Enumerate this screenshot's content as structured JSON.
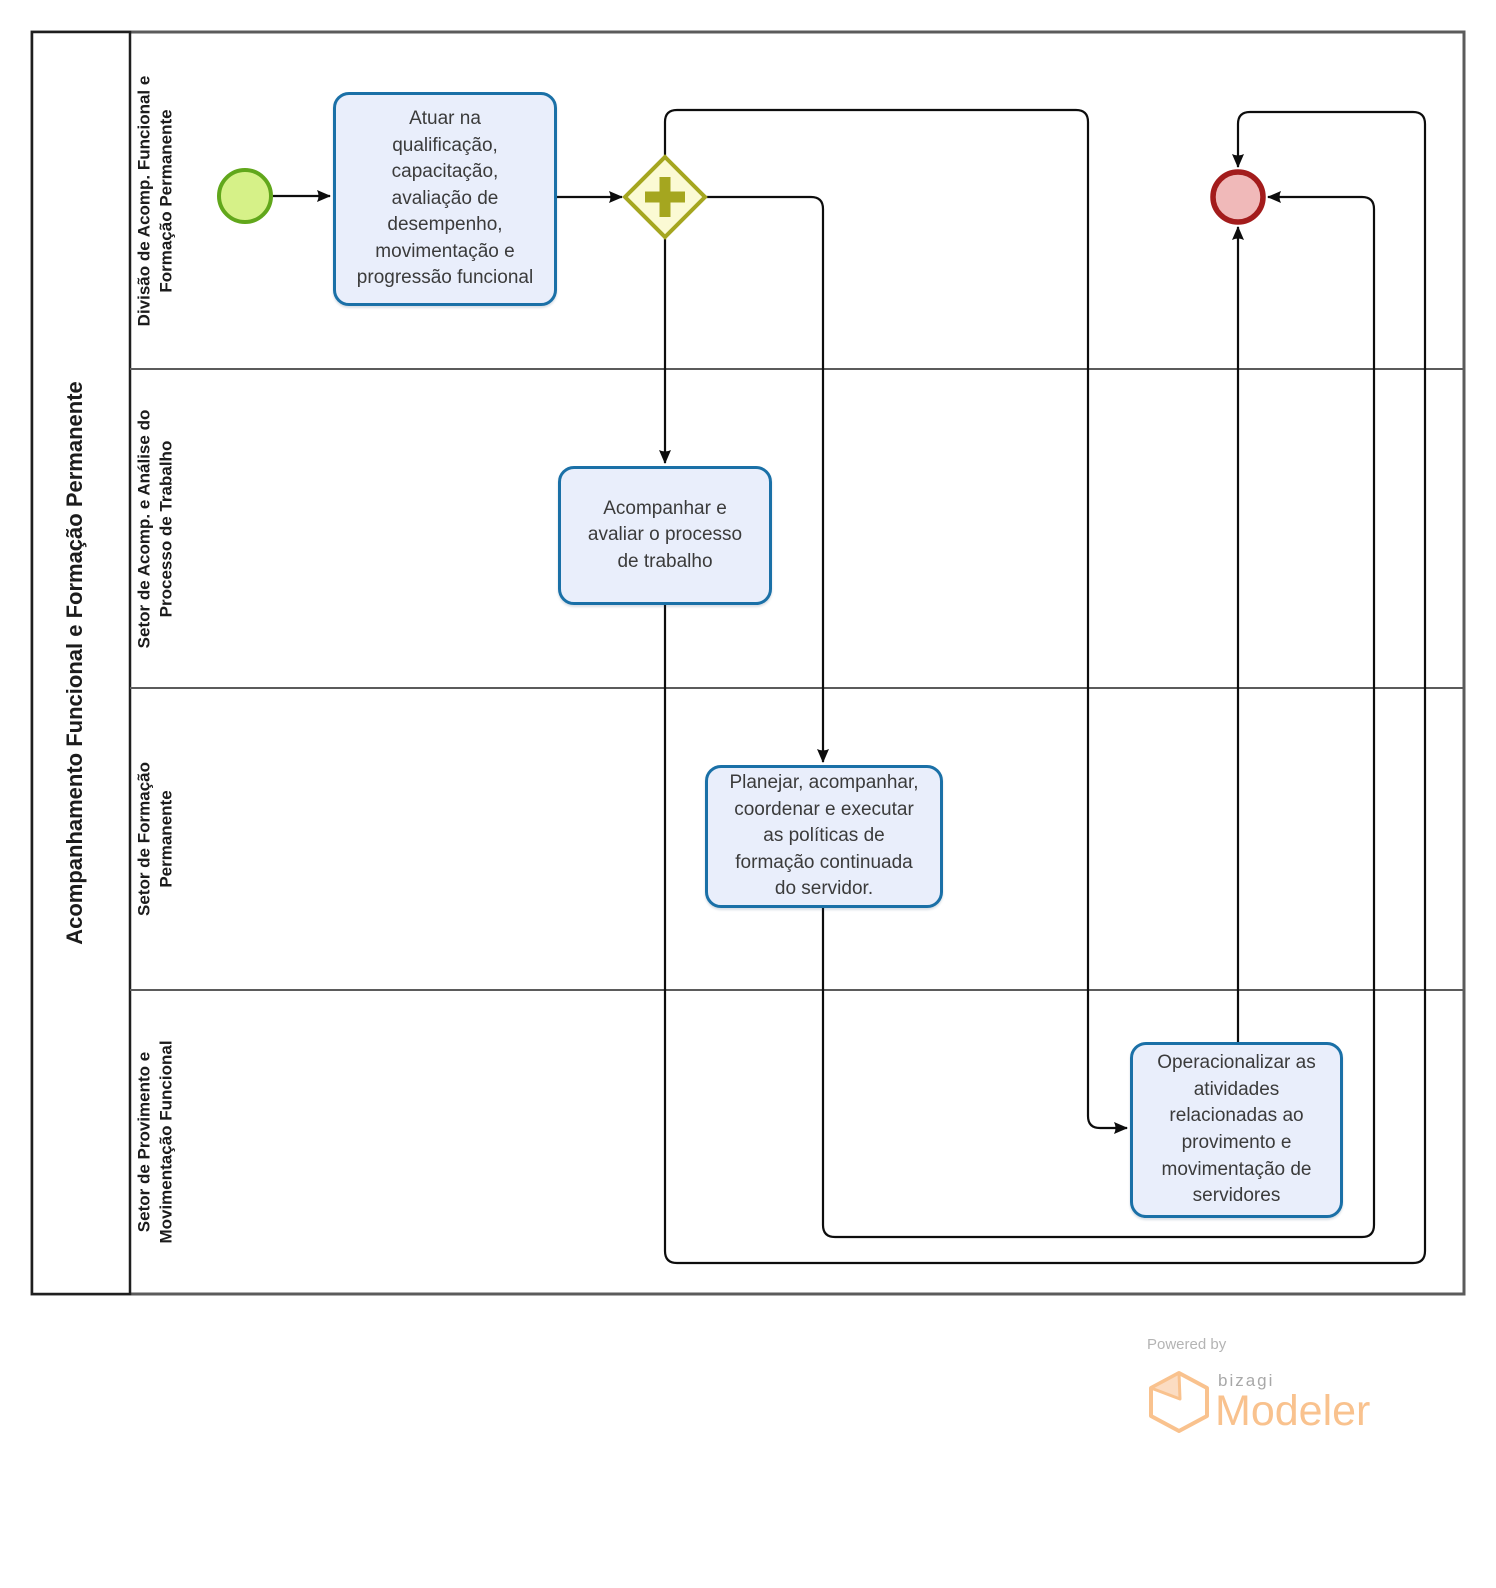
{
  "pool": {
    "title": "Acompanhamento Funcional e Formação Permanente",
    "lanes": [
      {
        "label": "Divisão de Acomp. Funcional e Formação Permanente"
      },
      {
        "label": "Setor de Acomp. e Análise do Processo de Trabalho"
      },
      {
        "label": "Setor de Formação Permanente"
      },
      {
        "label": "Setor de Provimento e Movimentação Funcional"
      }
    ]
  },
  "nodes": {
    "start_event": {
      "type": "start-event"
    },
    "parallel_gateway": {
      "type": "parallel-gateway",
      "icon": "plus-icon"
    },
    "end_event": {
      "type": "end-event"
    },
    "tasks": [
      {
        "label": "Atuar na qualificação, capacitação, avaliação de desempenho, movimentação e progressão funcional"
      },
      {
        "label": "Acompanhar e avaliar o processo de trabalho"
      },
      {
        "label": "Planejar, acompanhar, coordenar e executar as políticas de formação continuada do servidor."
      },
      {
        "label": "Operacionalizar as atividades relacionadas ao provimento e movimentação de servidores"
      }
    ]
  },
  "footer": {
    "powered_by": "Powered by",
    "brand": "bizagi",
    "product": "Modeler"
  },
  "colors": {
    "task_fill": "#e9eefb",
    "task_border": "#1a70a7",
    "start_fill": "#d6f188",
    "start_border": "#61a71b",
    "gateway_fill": "#fbfad4",
    "gateway_border": "#a5a61f",
    "end_fill": "#f0b9b9",
    "end_border": "#a31c1c",
    "connector": "#0d0d0d",
    "lane_border": "#5b5b5b",
    "header_border": "#1f1f1f",
    "logo_orange": "#f9c28e"
  }
}
